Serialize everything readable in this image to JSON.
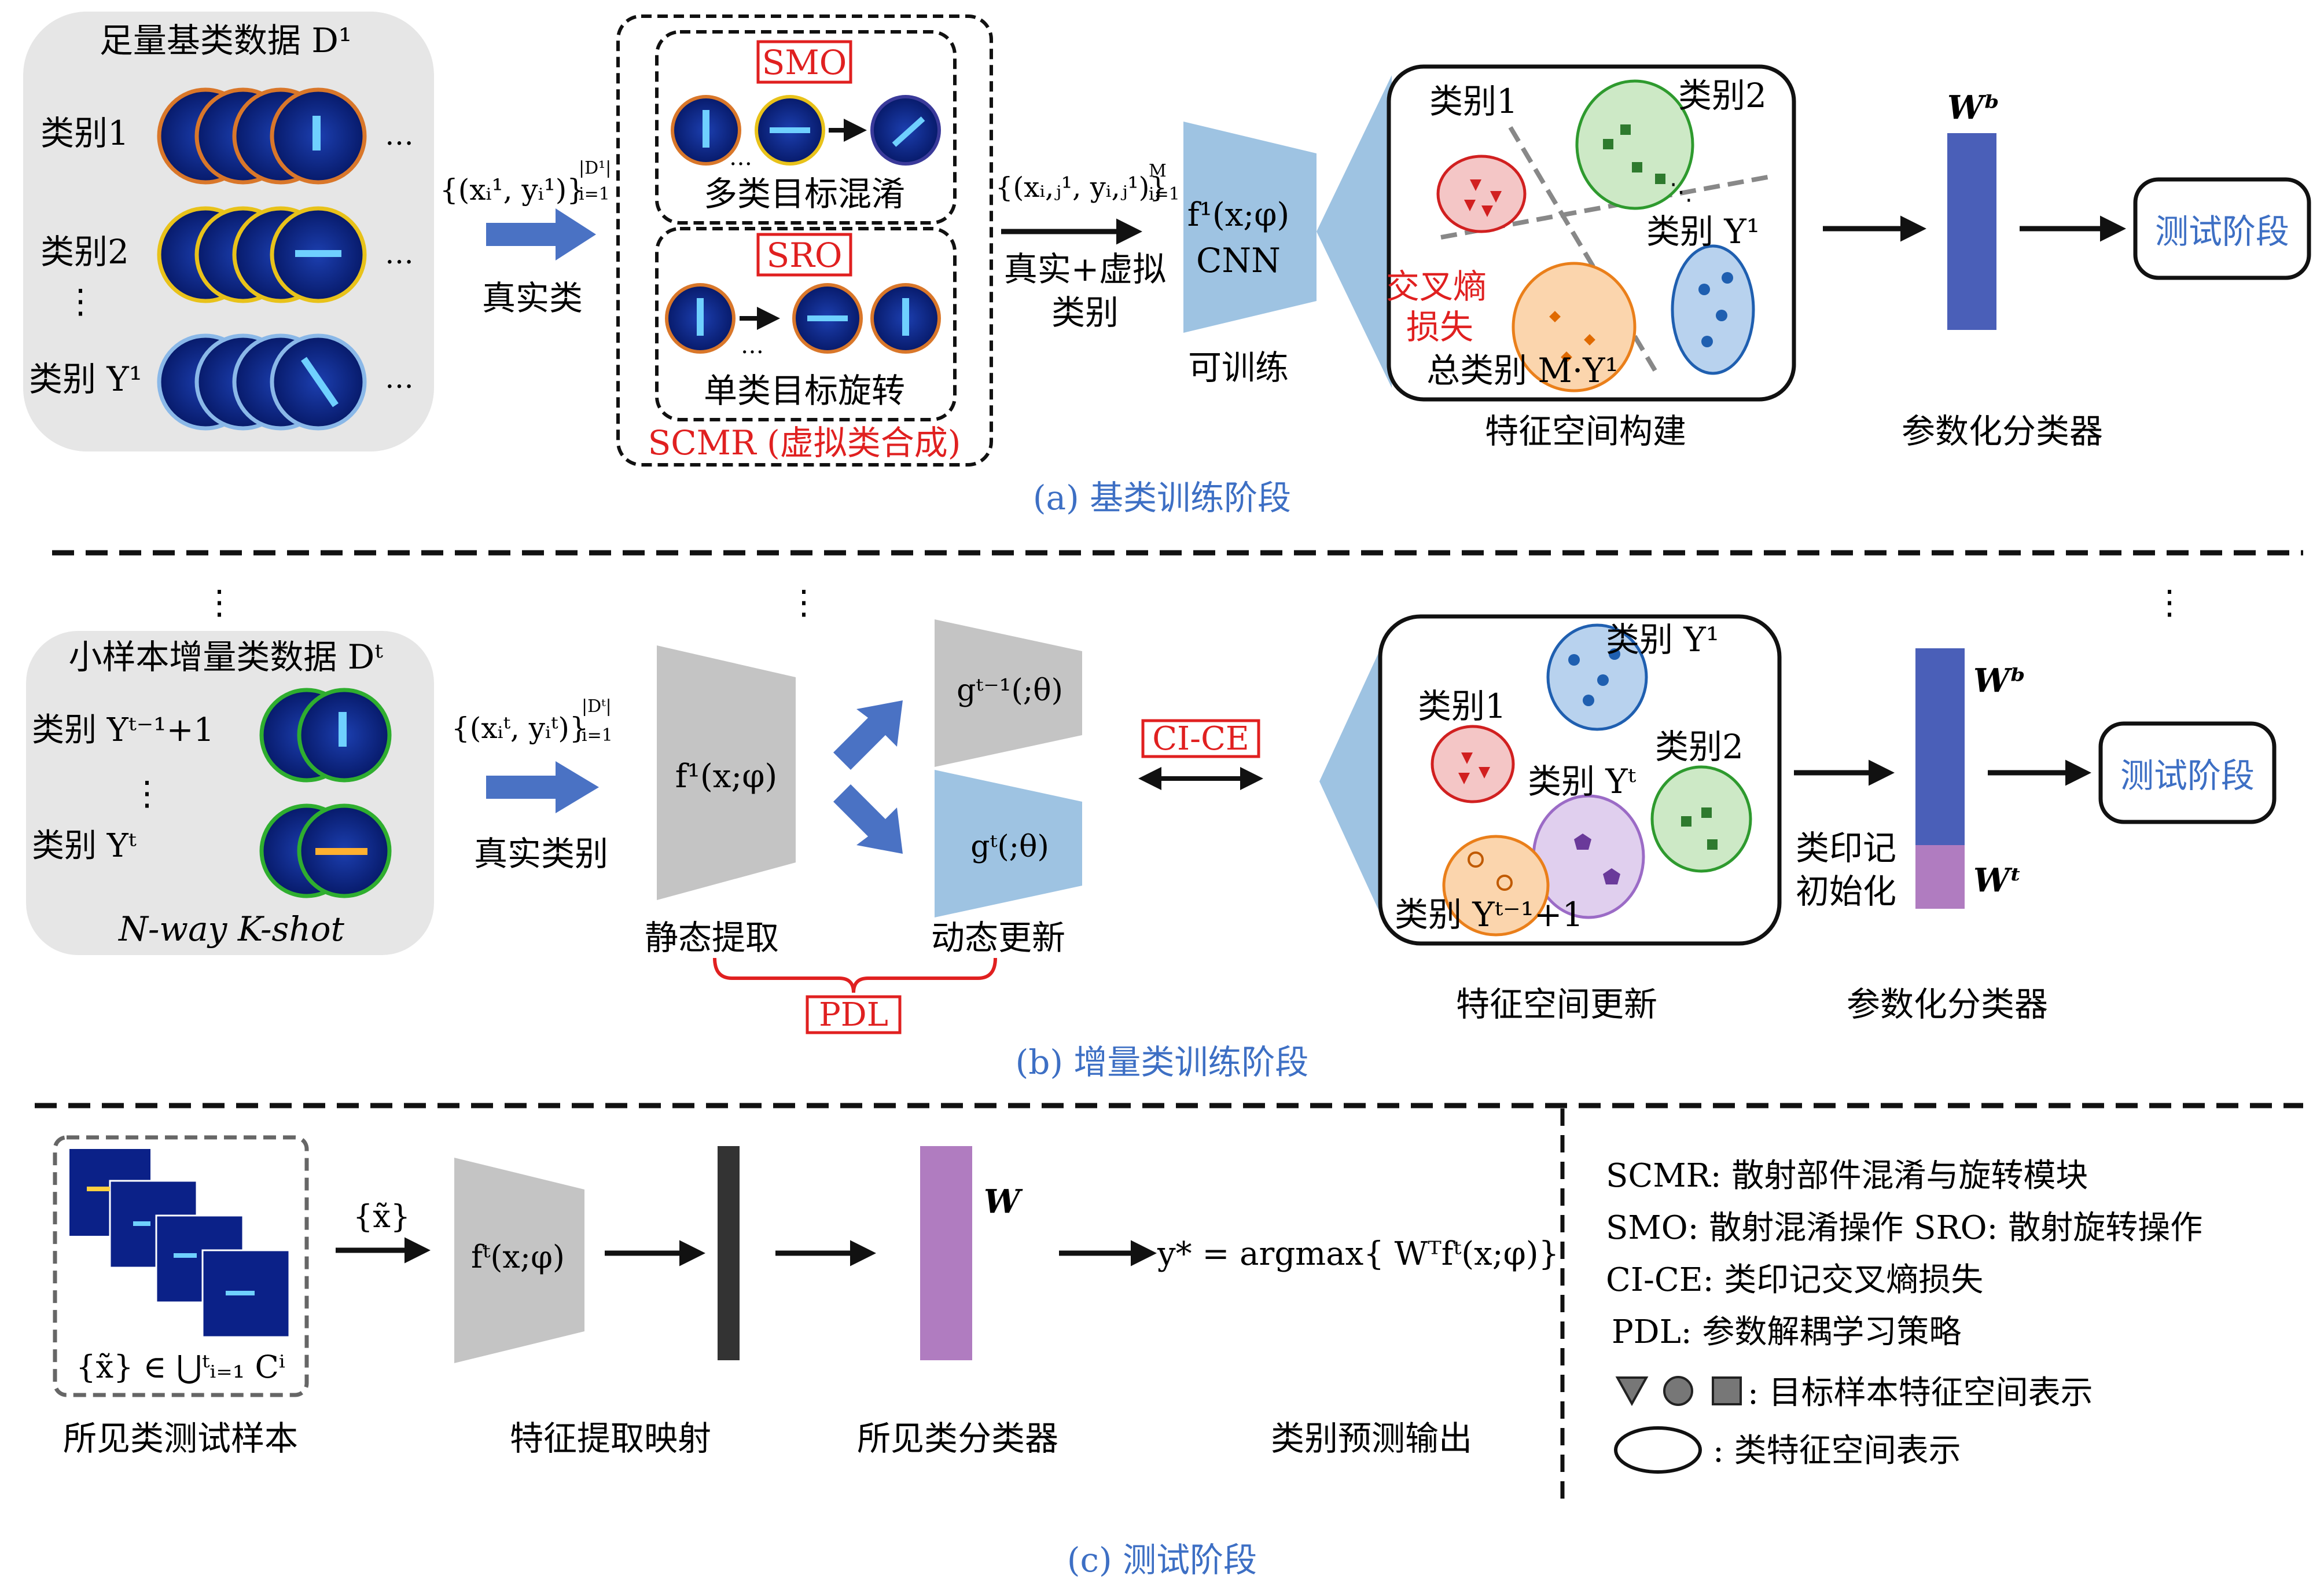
{
  "section_a": {
    "caption": "(a) 基类训练阶段",
    "data_title": "足量基类数据 D¹",
    "class_1": "类别1",
    "class_2": "类别2",
    "class_y1": "类别 Y¹",
    "ellipsis": "…",
    "set_label": "{(xᵢ¹, yᵢ¹)}",
    "set_sup": "|D¹|",
    "set_sub": "i=1",
    "real_class": "真实类",
    "smo_tag": "SMO",
    "smo_desc": "多类目标混淆",
    "sro_tag": "SRO",
    "sro_desc": "单类目标旋转",
    "scmr_desc": "SCMR (虚拟类合成)",
    "virtual_set": "{(xᵢ,ⱼ¹, yᵢ,ⱼ¹)}",
    "virtual_sup": "M",
    "virtual_sub": "i=1",
    "real_virtual_1": "真实+虚拟",
    "real_virtual_2": "类别",
    "cnn_func": "f¹(x;φ)",
    "cnn_name": "CNN",
    "trainable": "可训练",
    "fs_class1": "类别1",
    "fs_class2": "类别2",
    "fs_classY": "类别 Y¹",
    "ce_loss_1": "交叉熵",
    "ce_loss_2": "损失",
    "total_classes": "总类别 M·Y¹",
    "feature_build": "特征空间构建",
    "weight_b": "Wᵇ",
    "param_classifier": "参数化分类器",
    "test_stage": "测试阶段"
  },
  "section_b": {
    "caption": "(b) 增量类训练阶段",
    "data_title": "小样本增量类数据 Dᵗ",
    "class_first": "类别 Yᵗ⁻¹+1",
    "class_last": "类别 Yᵗ",
    "nway": "N-way  K-shot",
    "set_label": "{(xᵢᵗ, yᵢᵗ)}",
    "set_sup": "|Dᵗ|",
    "set_sub": "i=1",
    "real_class": "真实类别",
    "f_func": "f¹(x;φ)",
    "static_extract": "静态提取",
    "g_prev": "gᵗ⁻¹(;θ)",
    "g_curr": "gᵗ(;θ)",
    "dynamic_update": "动态更新",
    "pdl_tag": "PDL",
    "cice_tag": "CI-CE",
    "fs_classY1": "类别 Y¹",
    "fs_class1": "类别1",
    "fs_class2": "类别2",
    "fs_classYt": "类别 Yᵗ",
    "fs_classFirst": "类别 Yᵗ⁻¹+1",
    "feature_update": "特征空间更新",
    "imprint_1": "类印记",
    "imprint_2": "初始化",
    "weight_b": "Wᵇ",
    "weight_t": "Wᵗ",
    "param_classifier": "参数化分类器",
    "test_stage": "测试阶段"
  },
  "section_c": {
    "caption": "(c) 测试阶段",
    "sample_set": "{x̃} ∈ ⋃ᵗᵢ₌₁ Cⁱ",
    "seen_samples": "所见类测试样本",
    "x_tilde": "{x̃}",
    "ft_func": "fᵗ(x;φ)",
    "feature_map": "特征提取映射",
    "weight_w": "W",
    "seen_classifier": "所见类分类器",
    "argmax": "y* = argmax{ Wᵀfᵗ(x;φ)}",
    "predict_output": "类别预测输出"
  },
  "legend": {
    "scmr": "SCMR: 散射部件混淆与旋转模块",
    "smo_sro": "SMO: 散射混淆操作   SRO: 散射旋转操作",
    "cice": "CI-CE: 类印记交叉熵损失",
    "pdl": "PDL: 参数解耦学习策略",
    "markers": ": 目标样本特征空间表示",
    "ellipse": ": 类特征空间表示"
  },
  "colors": {
    "red_tag": "#e02020",
    "blue_arrow": "#4a72c4",
    "cnn_blue": "#9ec3e2",
    "classifier_blue": "#4a5fb8",
    "classifier_purple": "#b07cc0",
    "gray_box": "#bdbdbd",
    "panel_gray": "#e6e6e6",
    "test_blue_text": "#3d6fc4"
  }
}
